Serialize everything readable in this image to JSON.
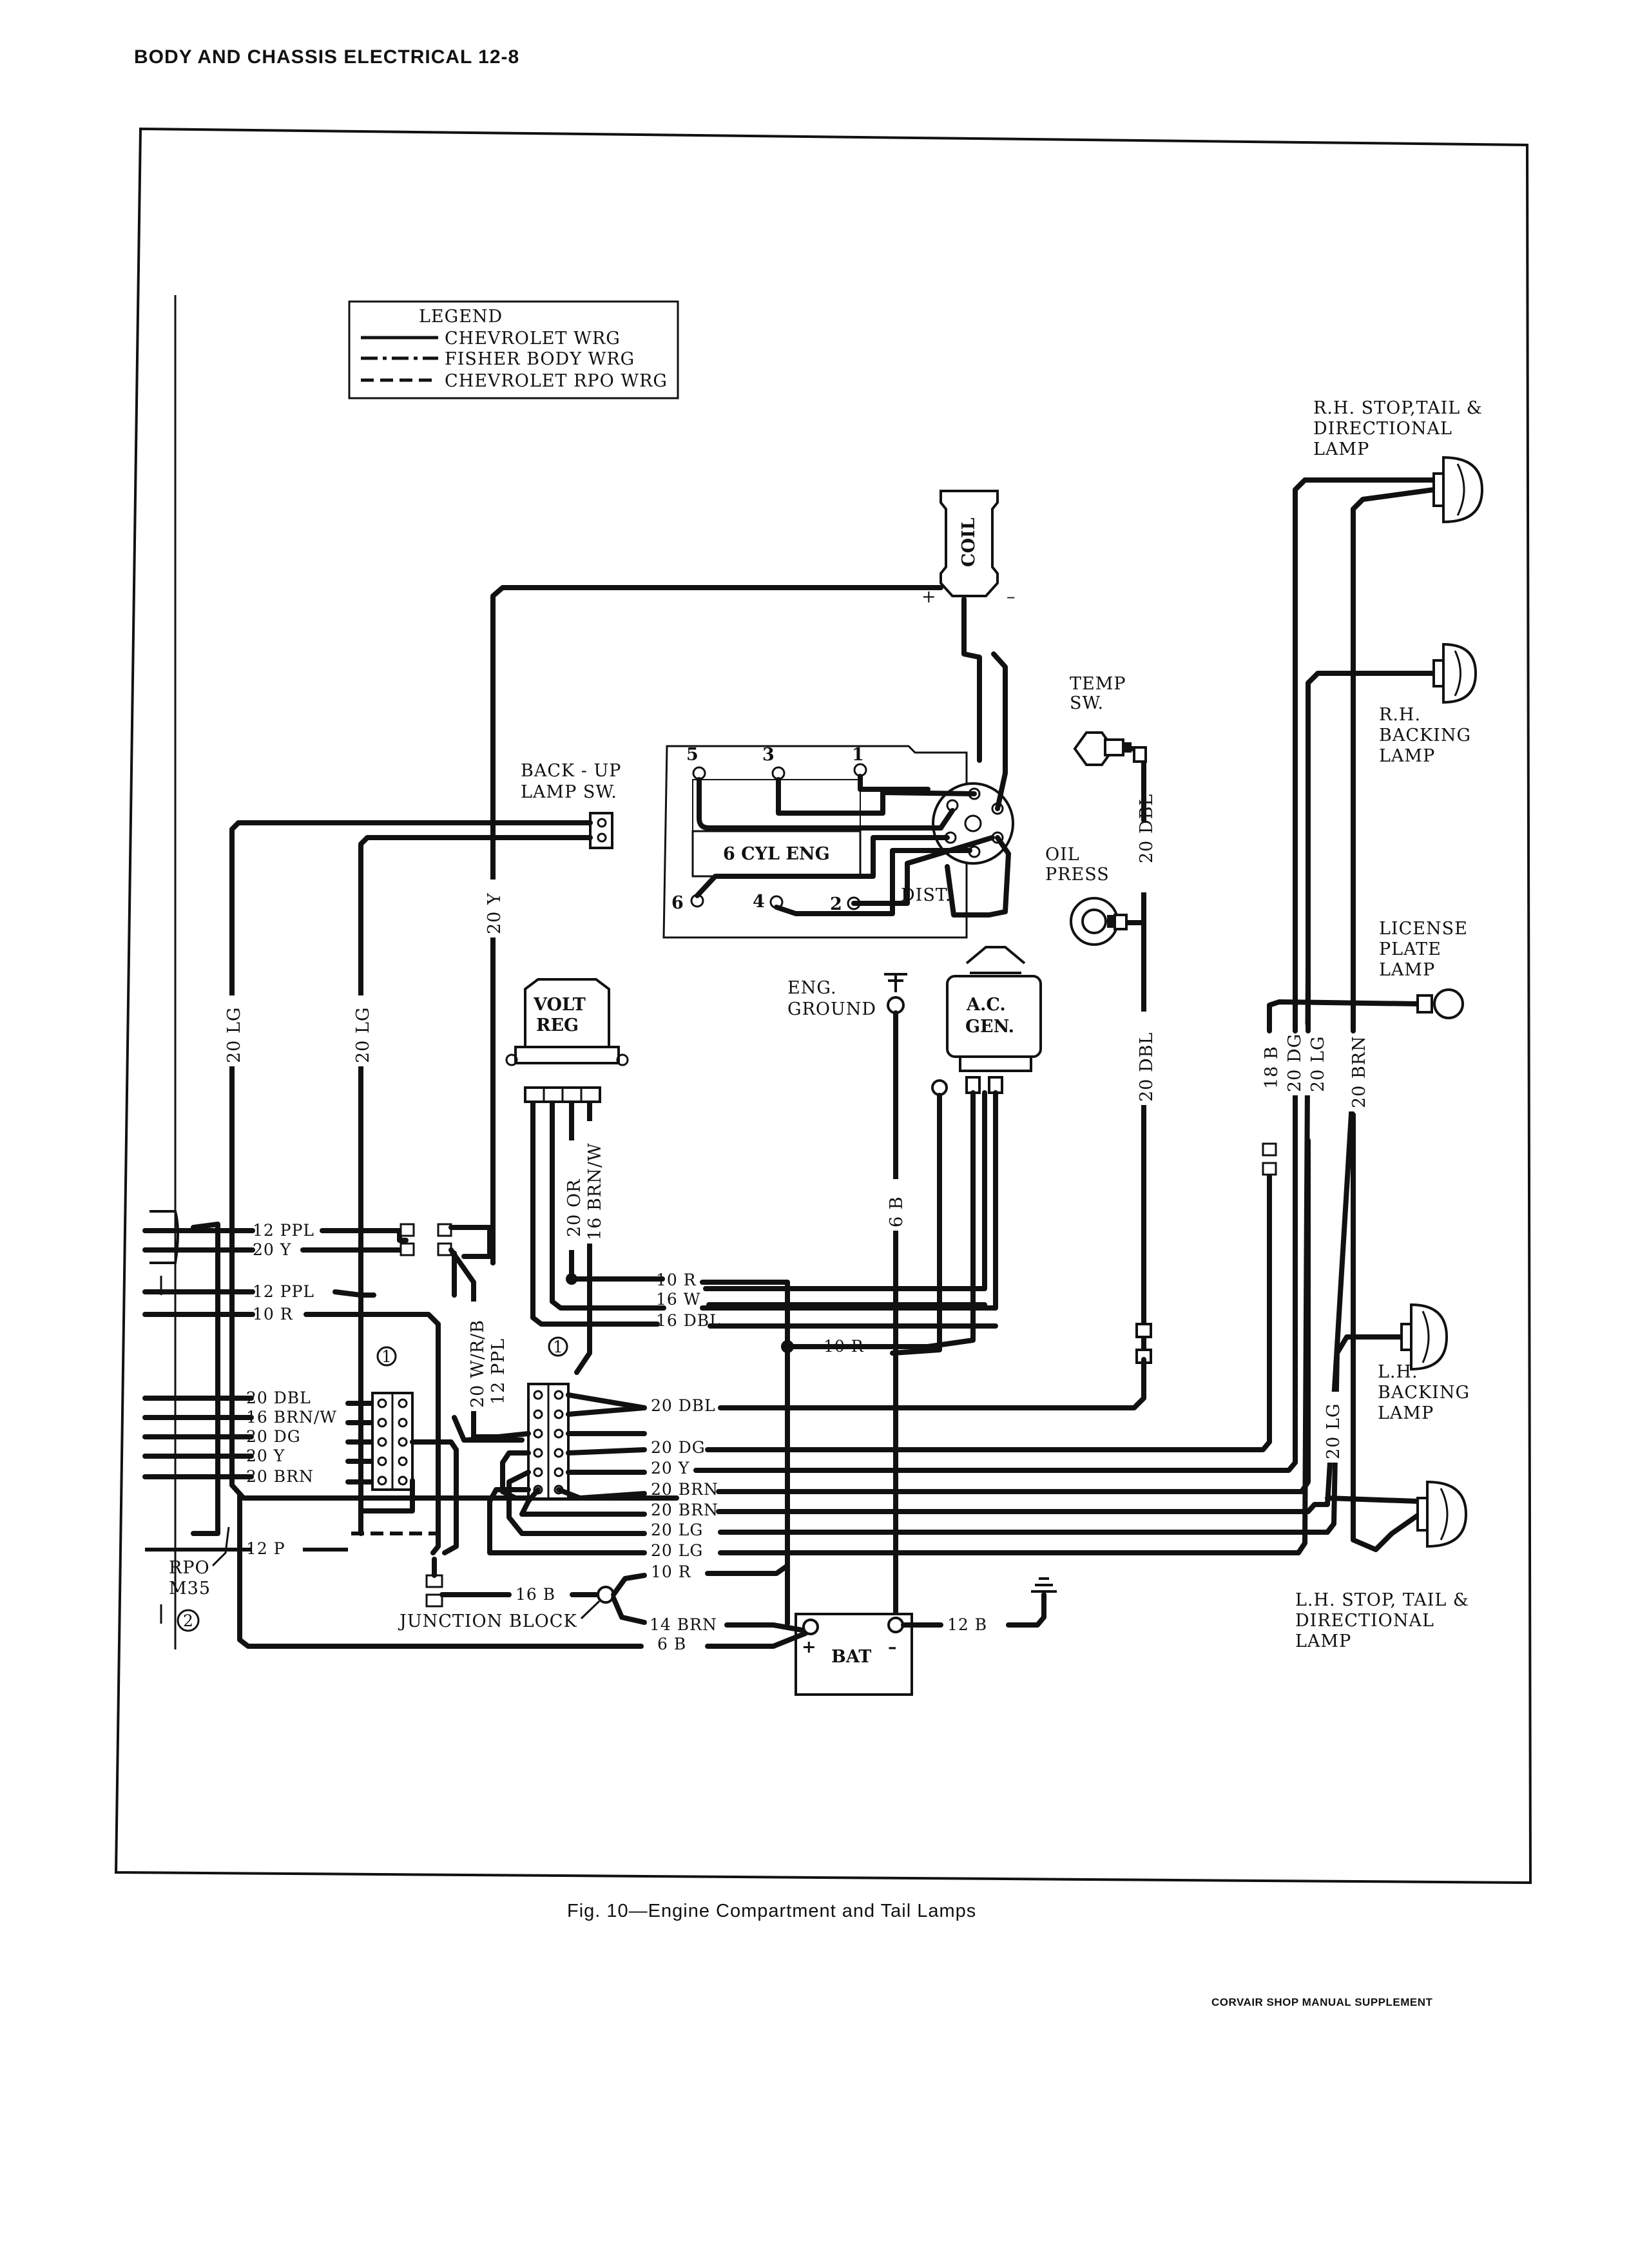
{
  "header": {
    "title": "BODY AND CHASSIS ELECTRICAL 12-8"
  },
  "figure": {
    "caption": "Fig. 10—Engine Compartment and Tail Lamps"
  },
  "footer": {
    "text": "CORVAIR SHOP MANUAL SUPPLEMENT"
  },
  "legend": {
    "title": "LEGEND",
    "items": [
      "CHEVROLET WRG",
      "FISHER BODY WRG",
      "CHEVROLET RPO WRG"
    ]
  },
  "components": {
    "coil": "COIL",
    "coil_plus": "+",
    "coil_minus": "–",
    "engine": "6 CYL ENG",
    "cyl": [
      "1",
      "2",
      "3",
      "4",
      "5",
      "6"
    ],
    "dist": "DIST.",
    "backup_sw": [
      "BACK - UP",
      "LAMP SW."
    ],
    "temp_sw": [
      "TEMP",
      "SW."
    ],
    "oil_press": [
      "OIL",
      "PRESS"
    ],
    "volt_reg": [
      "VOLT",
      "REG"
    ],
    "eng_ground": [
      "ENG.",
      "GROUND"
    ],
    "ac_gen": [
      "A.C.",
      "GEN."
    ],
    "bat": "BAT",
    "bat_plus": "+",
    "bat_minus": "–",
    "junction_block": "JUNCTION BLOCK",
    "rpo": [
      "RPO",
      "M35"
    ],
    "rpo_num": "2",
    "conn_mark": "1",
    "rh_stop": [
      "R.H. STOP,TAIL &",
      "DIRECTIONAL",
      "LAMP"
    ],
    "rh_backing": [
      "R.H.",
      "BACKING",
      "LAMP"
    ],
    "license": [
      "LICENSE",
      "PLATE",
      "LAMP"
    ],
    "lh_backing": [
      "L.H.",
      "BACKING",
      "LAMP"
    ],
    "lh_stop": [
      "L.H. STOP, TAIL &",
      "DIRECTIONAL",
      "LAMP"
    ]
  },
  "wires": {
    "v_20y": "20 Y",
    "v_20lg_a": "20 LG",
    "v_20lg_b": "20 LG",
    "v_20dbl_top": "20 DBL",
    "v_20dbl_mid": "20 DBL",
    "v_6b": "6 B",
    "v_20or": "20 OR",
    "v_16brnw_v": "16 BRN/W",
    "v_20wrb": "20 W/R/B",
    "v_12ppl_v": "12 PPL",
    "v_18b": "18 B",
    "v_20dg_v": "20 DG",
    "v_20lg_v": "20 LG",
    "v_20brn_v": "20 BRN",
    "v_20lg_lh": "20 LG",
    "left": [
      "12 PPL",
      "20 Y",
      "12 PPL",
      "10 R",
      "20 DBL",
      "16 BRN/W",
      "20 DG",
      "20 Y",
      "20 BRN",
      "12 P"
    ],
    "mid": [
      "10 R",
      "16 W",
      "16 DBL",
      "10 R"
    ],
    "right": [
      "20 DBL",
      "20 DG",
      "20 Y",
      "20 BRN",
      "20 BRN",
      "20 LG",
      "20 LG",
      "10 R"
    ],
    "bottom": [
      "16 B",
      "14 BRN",
      "6 B",
      "12 B"
    ]
  }
}
